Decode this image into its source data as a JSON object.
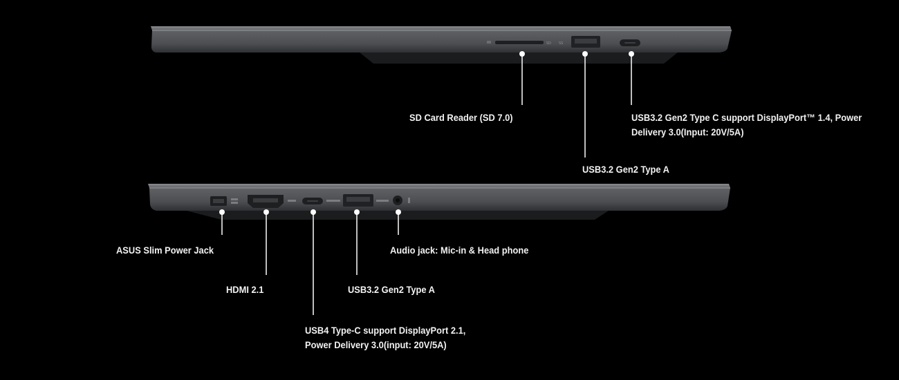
{
  "colors": {
    "background": "#000000",
    "laptop_body": "#55575a",
    "laptop_edge": "#7a7c80",
    "callout": "#ffffff",
    "text": "#f2f2f2"
  },
  "right_side": {
    "ports": [
      {
        "id": "sd",
        "label": "SD Card Reader (SD 7.0)"
      },
      {
        "id": "usba",
        "label": "USB3.2 Gen2 Type A"
      },
      {
        "id": "usbc",
        "label_lines": [
          "USB3.2 Gen2 Type C support DisplayPort™ 1.4, Power",
          "Delivery 3.0(Input: 20V/5A)"
        ]
      }
    ]
  },
  "left_side": {
    "ports": [
      {
        "id": "power",
        "label": "ASUS Slim Power Jack"
      },
      {
        "id": "hdmi",
        "label": "HDMI 2.1"
      },
      {
        "id": "usb4",
        "label_lines": [
          "USB4 Type-C support DisplayPort 2.1,",
          "Power Delivery 3.0(input: 20V/5A)"
        ]
      },
      {
        "id": "usba",
        "label": "USB3.2 Gen2 Type A"
      },
      {
        "id": "audio",
        "label": "Audio jack: Mic-in & Head phone"
      }
    ]
  }
}
